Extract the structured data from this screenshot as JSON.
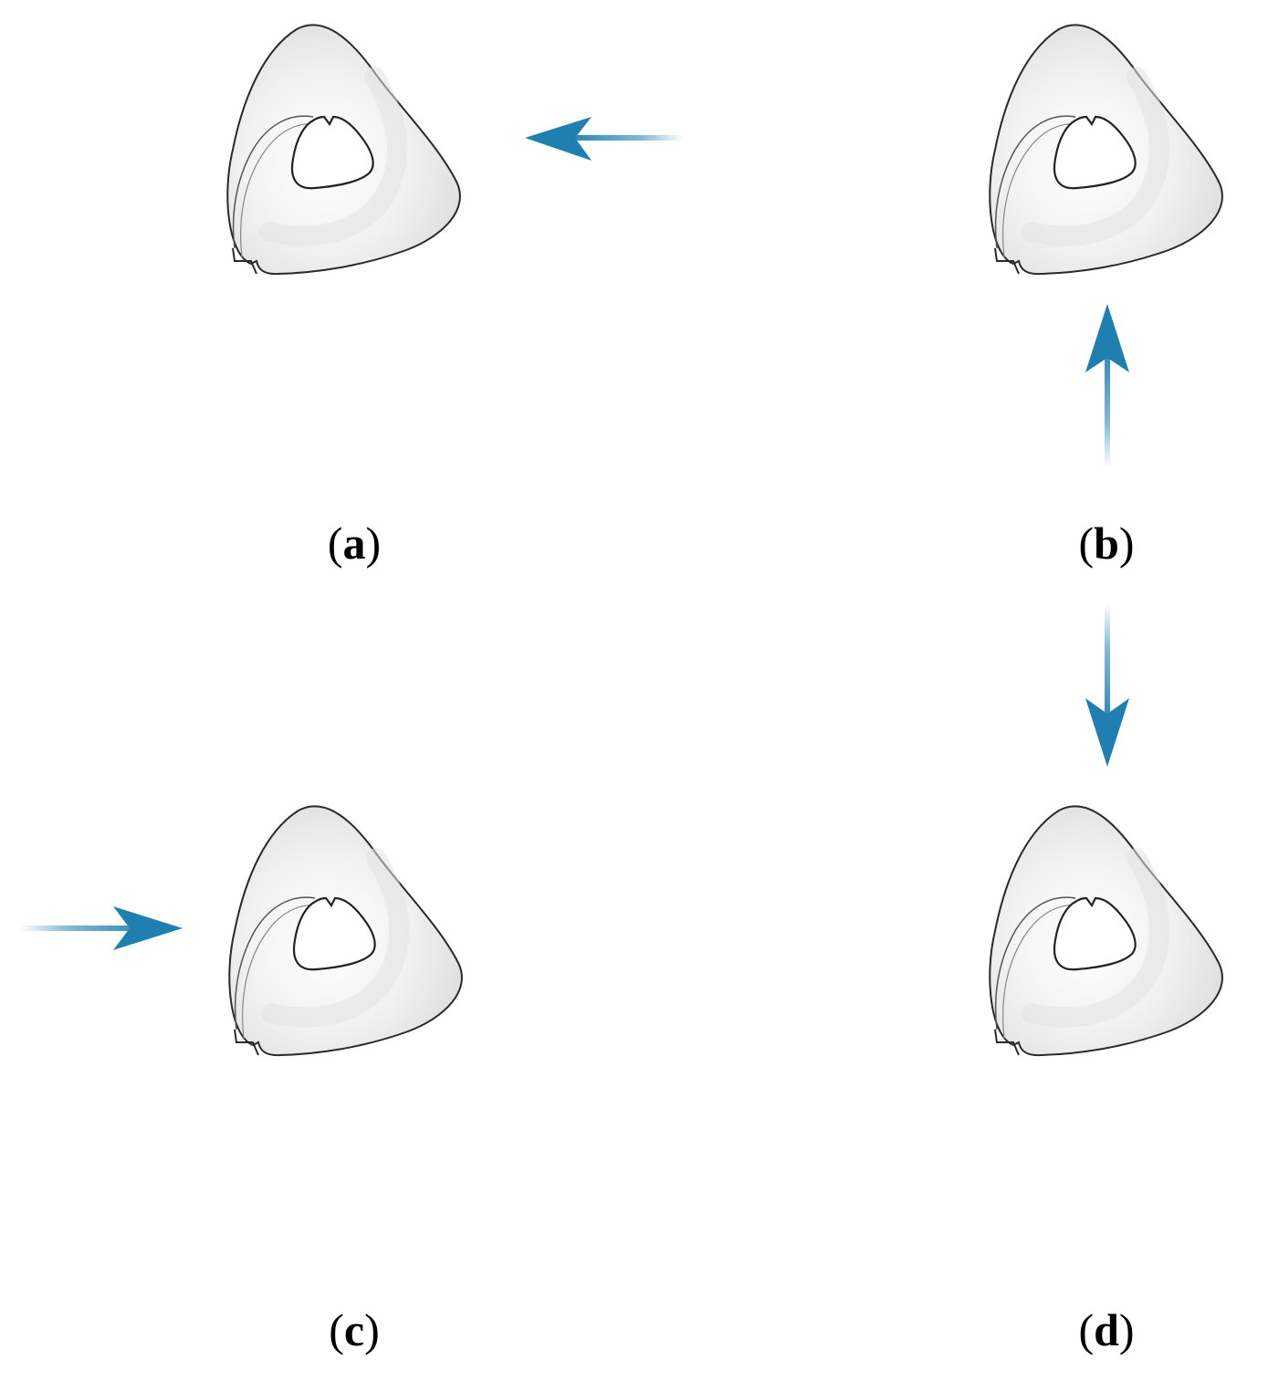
{
  "figure": {
    "accent_color": "#1f7fb0",
    "outline_color": "#2a2a2a",
    "panels": [
      {
        "id": "a",
        "open": "(",
        "letter": "a",
        "close": ")",
        "arrow": "left"
      },
      {
        "id": "b",
        "open": "(",
        "letter": "b",
        "close": ")",
        "arrow": "up"
      },
      {
        "id": "c",
        "open": "(",
        "letter": "c",
        "close": ")",
        "arrow": "right"
      },
      {
        "id": "d",
        "open": "(",
        "letter": "d",
        "close": ")",
        "arrow": "down"
      }
    ]
  }
}
